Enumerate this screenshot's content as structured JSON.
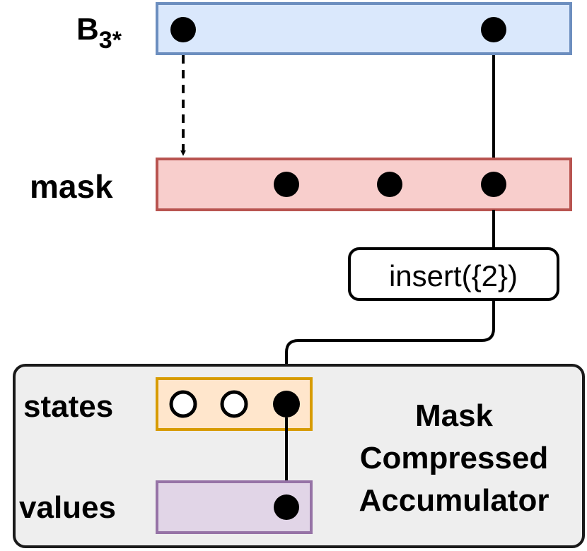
{
  "colors": {
    "b3_fill": "#dae8fc",
    "b3_stroke": "#6c8ebf",
    "mask_fill": "#f8cecc",
    "mask_stroke": "#b85450",
    "states_fill": "#ffe6cc",
    "states_stroke": "#d79b00",
    "values_fill": "#e1d5e7",
    "values_stroke": "#9673a6",
    "accumulator_fill": "#eeeeee",
    "accumulator_stroke": "#1a1a1a"
  },
  "b3_row": {
    "label_base": "B",
    "label_subscript": "3*"
  },
  "mask_row": {
    "label": "mask"
  },
  "operation": {
    "label": "insert({2})"
  },
  "accumulator": {
    "title_lines": [
      "Mask",
      "Compressed",
      "Accumulator"
    ],
    "states_label": "states",
    "values_label": "values"
  }
}
